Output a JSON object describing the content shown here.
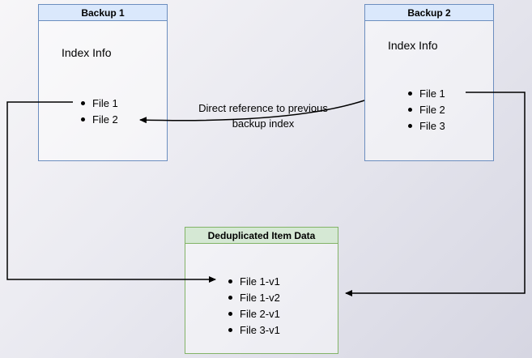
{
  "diagram": {
    "backup1": {
      "title": "Backup 1",
      "subtitle": "Index Info",
      "items": [
        "File 1",
        "File 2"
      ]
    },
    "backup2": {
      "title": "Backup 2",
      "subtitle": "Index Info",
      "items": [
        "File 1",
        "File 2",
        "File 3"
      ]
    },
    "dedup": {
      "title": "Deduplicated Item Data",
      "items": [
        "File 1-v1",
        "File 1-v2",
        "File 2-v1",
        "File 3-v1"
      ]
    },
    "annotation": "Direct reference to previous backup index",
    "colors": {
      "backup_fill": "#dae8fc",
      "backup_border": "#6c8ebf",
      "dedup_fill": "#d5e8d4",
      "dedup_border": "#82b366",
      "arrow": "#000000"
    }
  }
}
